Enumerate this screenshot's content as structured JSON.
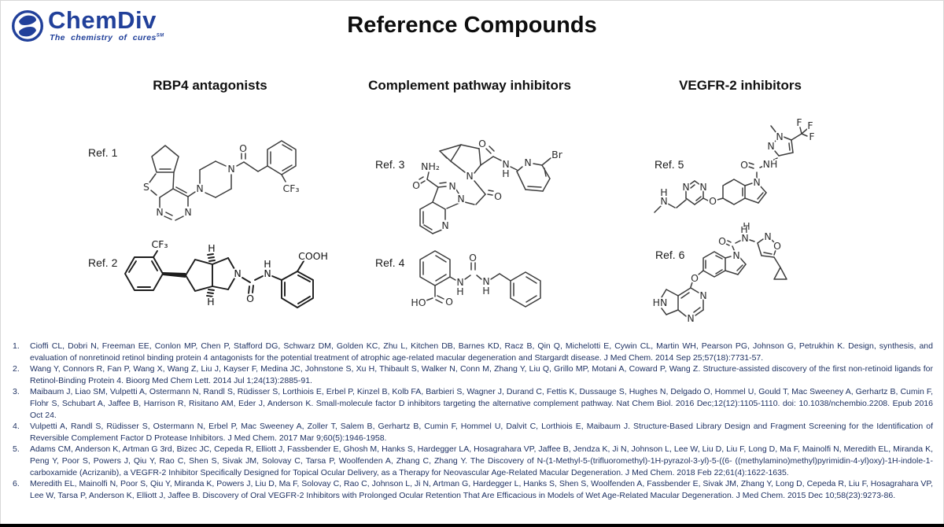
{
  "logo": {
    "brand": "ChemDiv",
    "tagline": "The chemistry of cures",
    "tagline_mark": "SM"
  },
  "title": "Reference Compounds",
  "columns": [
    {
      "header": "RBP4 antagonists"
    },
    {
      "header": "Complement pathway inhibitors"
    },
    {
      "header": "VEGFR-2 inhibitors"
    }
  ],
  "compounds": [
    {
      "label": "Ref. 1"
    },
    {
      "label": "Ref. 2"
    },
    {
      "label": "Ref. 3"
    },
    {
      "label": "Ref. 4"
    },
    {
      "label": "Ref. 5"
    },
    {
      "label": "Ref. 6"
    }
  ],
  "molecules": {
    "m1": {
      "labels": [
        "S",
        "N",
        "N",
        "N",
        "N",
        "O",
        "CF₃"
      ]
    },
    "m2": {
      "labels": [
        "CF₃",
        "H",
        "H",
        "N",
        "O",
        "H",
        "N",
        "COOH"
      ]
    },
    "m3": {
      "labels": [
        "NH₂",
        "O",
        "N",
        "N",
        "N",
        "O",
        "N",
        "O",
        "N",
        "H",
        "N",
        "Br"
      ]
    },
    "m4": {
      "labels": [
        "HO",
        "O",
        "N",
        "H",
        "O",
        "N",
        "H"
      ]
    },
    "m5": {
      "labels": [
        "H",
        "N",
        "N",
        "N",
        "O",
        "N",
        "O",
        "NH",
        "N",
        "N",
        "F",
        "F",
        "F",
        "H"
      ]
    },
    "m6": {
      "labels": [
        "HN",
        "N",
        "N",
        "O",
        "N",
        "O",
        "N",
        "H",
        "N",
        "O"
      ]
    }
  },
  "references": [
    {
      "num": "1.",
      "text": "Cioffi CL, Dobri N, Freeman EE, Conlon MP, Chen P, Stafford DG, Schwarz DM, Golden KC, Zhu L, Kitchen DB, Barnes KD, Racz B, Qin Q, Michelotti E, Cywin CL, Martin WH, Pearson PG, Johnson G, Petrukhin K. Design, synthesis, and evaluation of nonretinoid retinol binding protein 4 antagonists for the potential treatment of atrophic age-related macular degeneration and Stargardt disease. J Med Chem. 2014 Sep 25;57(18):7731-57."
    },
    {
      "num": "2.",
      "text": "Wang Y, Connors R, Fan P, Wang X, Wang Z, Liu J, Kayser F, Medina JC, Johnstone S, Xu H, Thibault S, Walker N, Conn M, Zhang Y, Liu Q, Grillo MP, Motani A, Coward P, Wang Z. Structure-assisted discovery of the first non-retinoid ligands for Retinol-Binding Protein 4. Bioorg Med Chem Lett. 2014 Jul 1;24(13):2885-91."
    },
    {
      "num": "3.",
      "text": "Maibaum J, Liao SM, Vulpetti A, Ostermann N, Randl S, Rüdisser S, Lorthiois E, Erbel P, Kinzel B, Kolb FA, Barbieri S, Wagner J, Durand C, Fettis K, Dussauge S, Hughes N, Delgado O, Hommel U, Gould T, Mac Sweeney A, Gerhartz B, Cumin F, Flohr S, Schubart A, Jaffee B, Harrison R, Risitano AM, Eder J, Anderson K. Small-molecule factor D inhibitors targeting the alternative complement pathway. Nat Chem Biol. 2016 Dec;12(12):1105-1110. doi: 10.1038/nchembio.2208. Epub 2016 Oct 24."
    },
    {
      "num": "4.",
      "text": "Vulpetti A, Randl S, Rüdisser S, Ostermann N, Erbel P, Mac Sweeney A, Zoller T, Salem B, Gerhartz B, Cumin F, Hommel U, Dalvit C, Lorthiois E, Maibaum J. Structure-Based Library Design and Fragment Screening for the Identification of Reversible Complement Factor D Protease Inhibitors. J Med Chem. 2017 Mar 9;60(5):1946-1958."
    },
    {
      "num": "5.",
      "text": "Adams CM, Anderson K, Artman G 3rd, Bizec JC, Cepeda R, Elliott J, Fassbender E, Ghosh M, Hanks S, Hardegger LA, Hosagrahara VP, Jaffee B, Jendza K, Ji N, Johnson L, Lee W, Liu D, Liu F, Long D, Ma F, Mainolfi N, Meredith EL, Miranda K, Peng Y, Poor S, Powers J, Qiu Y, Rao C, Shen S, Sivak JM, Solovay C, Tarsa P, Woolfenden A, Zhang C, Zhang Y. The Discovery of N-(1-Methyl-5-(trifluoromethyl)-1H-pyrazol-3-yl)-5-((6- ((methylamino)methyl)pyrimidin-4-yl)oxy)-1H-indole-1-carboxamide (Acrizanib), a VEGFR-2 Inhibitor Specifically Designed for Topical Ocular Delivery, as a Therapy for Neovascular Age-Related Macular Degeneration. J Med Chem. 2018 Feb 22;61(4):1622-1635."
    },
    {
      "num": "6.",
      "text": "Meredith EL, Mainolfi N, Poor S, Qiu Y, Miranda K, Powers J, Liu D, Ma F, Solovay C, Rao C, Johnson L, Ji N, Artman G, Hardegger L, Hanks S, Shen S, Woolfenden A, Fassbender E, Sivak JM, Zhang Y, Long D, Cepeda R, Liu F, Hosagrahara VP, Lee W, Tarsa P, Anderson K, Elliott J, Jaffee B. Discovery of Oral VEGFR-2 Inhibitors with Prolonged Ocular Retention That Are Efficacious in Models of Wet Age-Related Macular Degeneration. J Med Chem. 2015 Dec 10;58(23):9273-86."
    }
  ],
  "colors": {
    "brand_blue": "#21409A",
    "reference_text": "#1F3263",
    "structure_line": "#3d3d3d"
  }
}
